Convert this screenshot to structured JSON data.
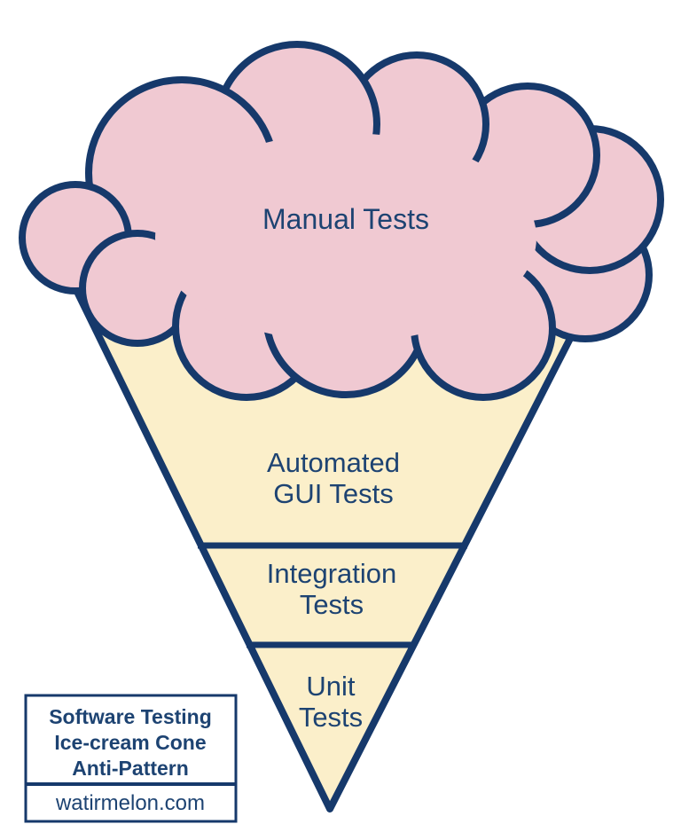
{
  "title": "Software Testing Ice-cream Cone Anti-Pattern",
  "colors": {
    "outline": "#16396b",
    "cloud": "#f0c9d2",
    "cone": "#fbefca",
    "ink": "#1d4372",
    "paper": "#ffffff"
  },
  "cloud": {
    "label": "Manual Tests"
  },
  "cone": {
    "sections": [
      {
        "name": "automated-gui-tests",
        "line1": "Automated",
        "line2": "GUI Tests"
      },
      {
        "name": "integration-tests",
        "line1": "Integration",
        "line2": "Tests"
      },
      {
        "name": "unit-tests",
        "line1": "Unit",
        "line2": "Tests"
      }
    ]
  },
  "legend_box": {
    "title_line1": "Software Testing",
    "title_line2": "Ice-cream Cone",
    "title_line3": "Anti-Pattern",
    "website": "watirmelon.com"
  }
}
